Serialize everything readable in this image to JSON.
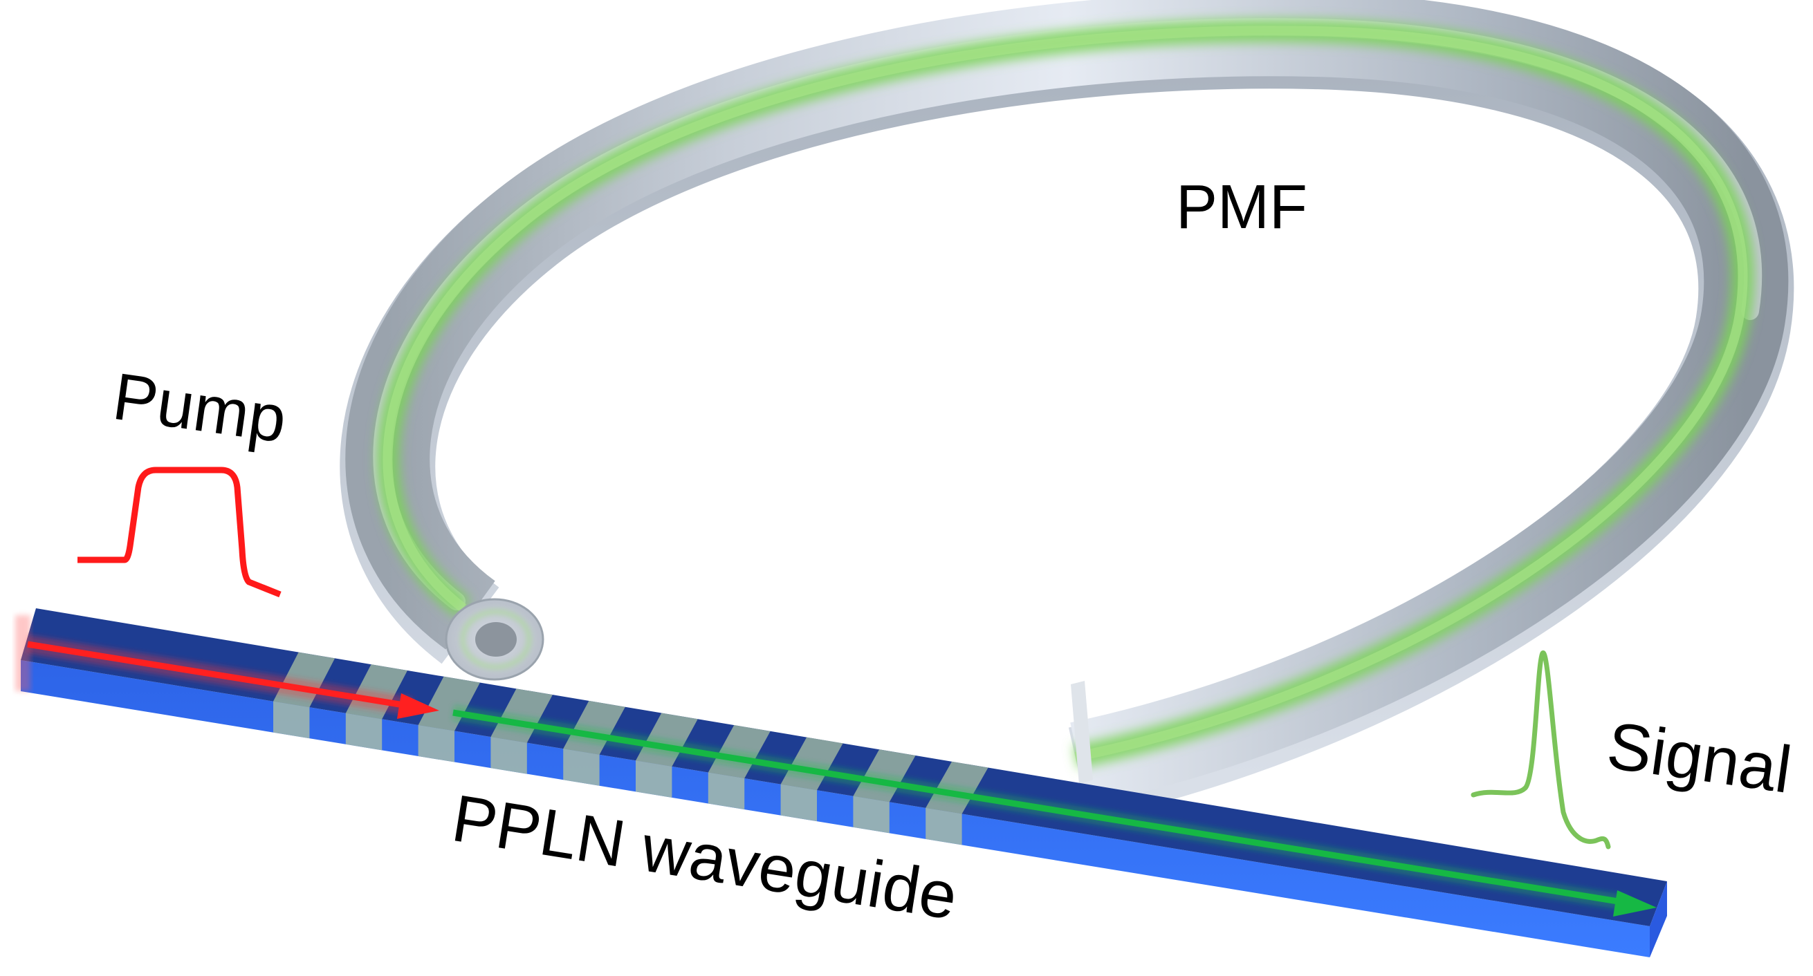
{
  "labels": {
    "pump": "Pump",
    "pmf": "PMF",
    "signal": "Signal",
    "waveguide": "PPLN waveguide"
  },
  "colors": {
    "pump_pulse": "#ff1a1a",
    "pump_arrow": "#ff2a2a",
    "signal_pulse": "#7bc35a",
    "signal_arrow": "#16b844",
    "waveguide_top": "#1f3d8f",
    "waveguide_side": "#2f6cf0",
    "poling_stripe": "#8fa8a0",
    "fiber_body": "#c9d1dc",
    "fiber_core_glow": "#8fd46a"
  },
  "icons": {
    "pump_pulse": "square-pulse-icon",
    "signal_pulse": "gaussian-pulse-icon"
  }
}
